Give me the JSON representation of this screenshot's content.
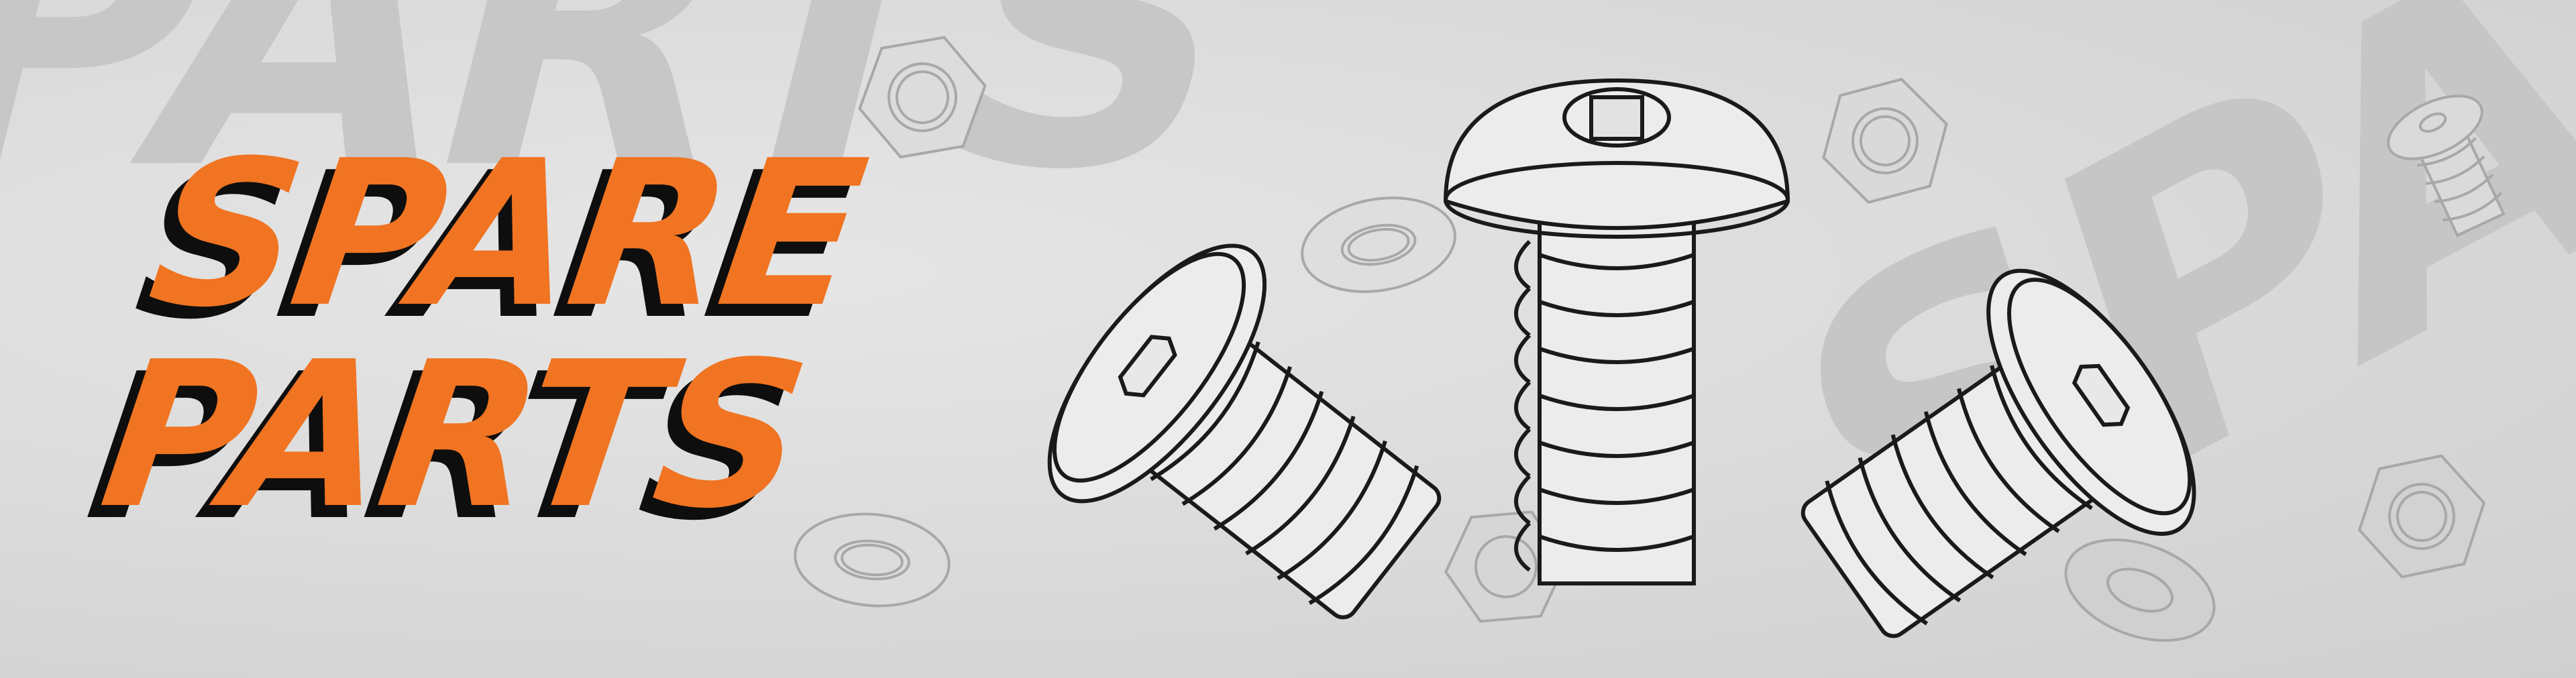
{
  "banner": {
    "title_line1": "SPARE",
    "title_line2": "PARTS",
    "background_word_top": "PARTS",
    "background_word_right": "SPARE",
    "colors": {
      "accent": "#f07422",
      "shadow": "#0e0e0e",
      "background": "#d9d9d9",
      "watermark": "#c7c7c7",
      "line_art": "#1a1a1a",
      "faded_line_art": "#a6a6a6"
    },
    "illustrations": [
      "hex-nut-icon",
      "washer-icon",
      "button-head-screw-icon",
      "button-head-screw-icon",
      "button-head-screw-icon",
      "hex-nut-icon",
      "washer-icon",
      "small-screw-icon",
      "hex-nut-icon",
      "washer-icon"
    ]
  }
}
